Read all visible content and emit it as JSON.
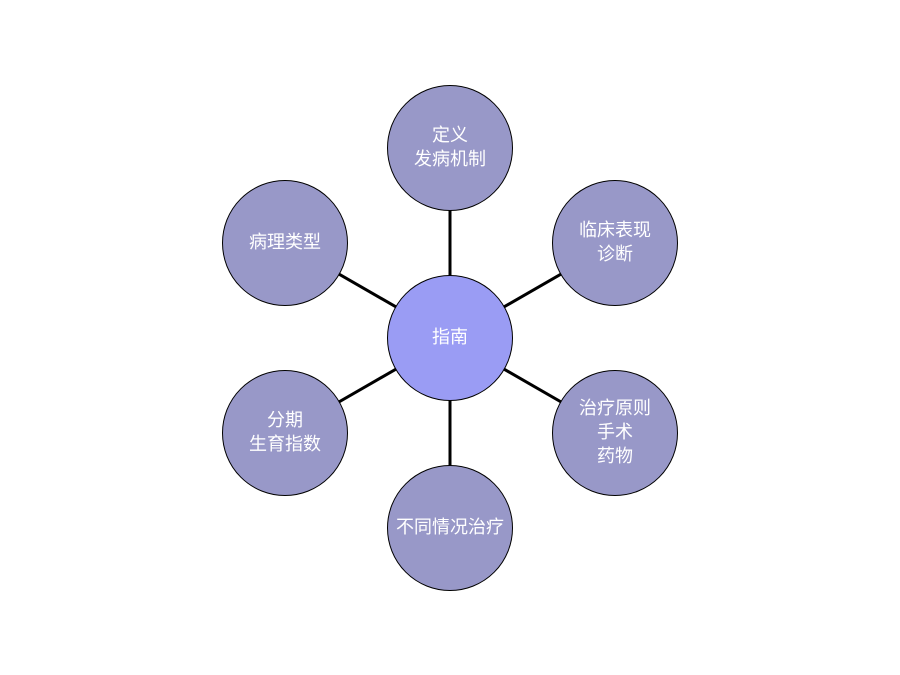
{
  "colors": {
    "center_fill": "#9a9cf4",
    "outer_fill": "#9898c8",
    "outline": "#000000",
    "text": "#ffffff"
  },
  "center": {
    "label": "指南"
  },
  "nodes": [
    {
      "id": "top",
      "lines": [
        "定义",
        "发病机制"
      ]
    },
    {
      "id": "upper-right",
      "lines": [
        "临床表现",
        "诊断"
      ]
    },
    {
      "id": "lower-right",
      "lines": [
        "治疗原则",
        "手术",
        "药物"
      ]
    },
    {
      "id": "bottom",
      "lines": [
        "不同情况治疗"
      ]
    },
    {
      "id": "lower-left",
      "lines": [
        "分期",
        "生育指数"
      ]
    },
    {
      "id": "upper-left",
      "lines": [
        "病理类型"
      ]
    }
  ]
}
